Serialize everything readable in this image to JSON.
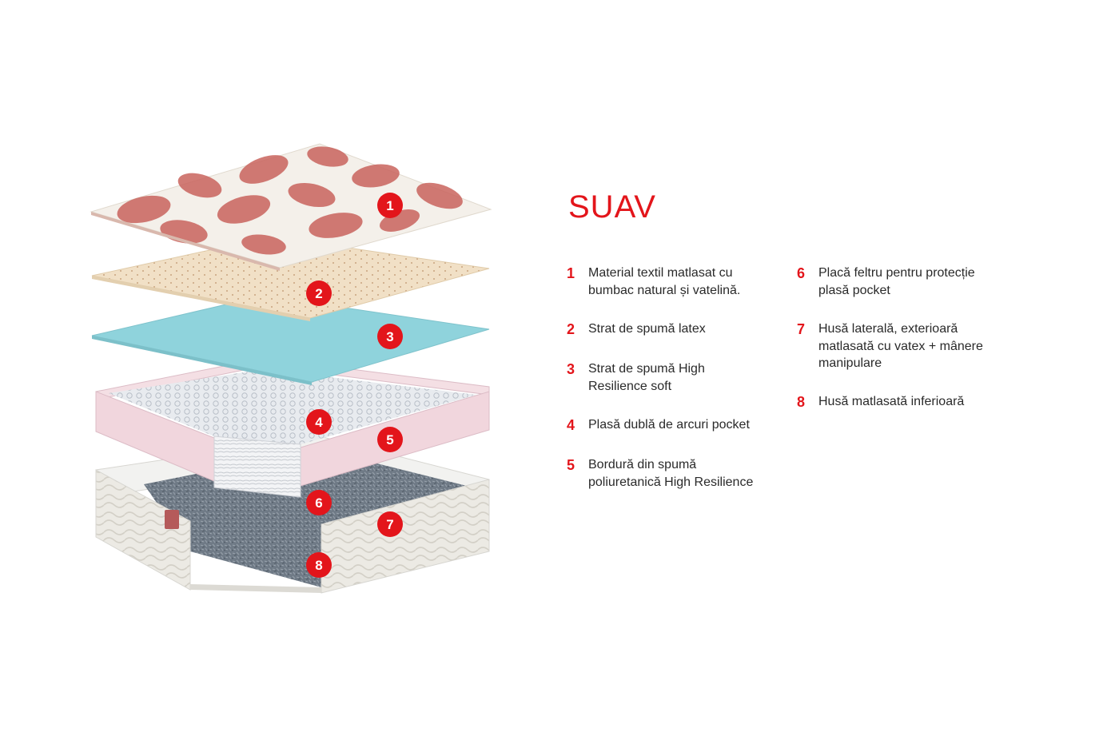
{
  "product": {
    "title": "SUAV"
  },
  "colors": {
    "accent": "#e3151b",
    "text": "#2a2a2a"
  },
  "layers": [
    {
      "number": "1",
      "label": "Material textil matlasat cu bumbac natural și vatelină."
    },
    {
      "number": "2",
      "label": "Strat de spumă latex"
    },
    {
      "number": "3",
      "label": "Strat de spumă High Resilience soft"
    },
    {
      "number": "4",
      "label": "Plasă dublă de arcuri pocket"
    },
    {
      "number": "5",
      "label": "Bordură din spumă poliuretanică High Resilience"
    },
    {
      "number": "6",
      "label": "Placă feltru pentru protecție plasă pocket"
    },
    {
      "number": "7",
      "label": "Husă laterală, exterioară matlasată cu vatex + mânere manipulare"
    },
    {
      "number": "8",
      "label": "Husă matlasată inferioară"
    }
  ]
}
